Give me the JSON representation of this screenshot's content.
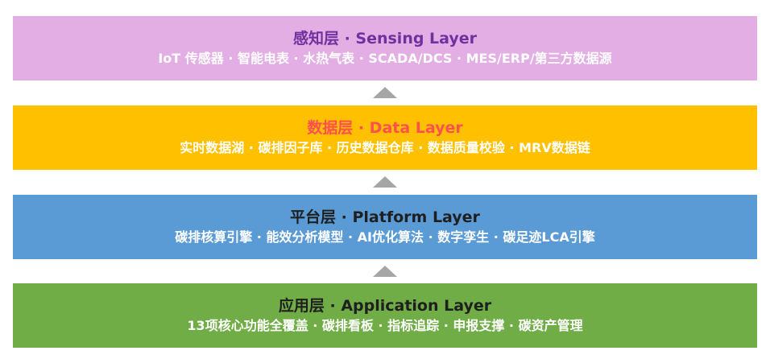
{
  "layers": [
    {
      "title": "感知层 · Sensing Layer",
      "desc": "IoT 传感器 · 智能电表 · 水热气表 · SCADA/DCS · MES/ERP/第三方数据源",
      "color": "#e2aee3",
      "title_color": "#7030a0"
    },
    {
      "title": "数据层 · Data Layer",
      "desc": "实时数据湖 · 碳排因子库 · 历史数据仓库 · 数据质量校验 · MRV数据链",
      "color": "#ffc000",
      "title_color": "#ff5050"
    },
    {
      "title": "平台层 · Platform Layer",
      "desc": "碳排核算引擎 · 能效分析模型 · AI优化算法 · 数字孪生 · 碳足迹LCA引擎",
      "color": "#5b9bd5",
      "title_color": "#1f1f1f"
    },
    {
      "title": "应用层 · Application Layer",
      "desc": "13项核心功能全覆盖 · 碳排看板 · 指标追踪 · 申报支撑 · 碳资产管理",
      "color": "#70ad47",
      "title_color": "#1f1f1f"
    }
  ],
  "arrow": {
    "icon": "up-triangle-icon",
    "color": "#a6a6a6"
  }
}
